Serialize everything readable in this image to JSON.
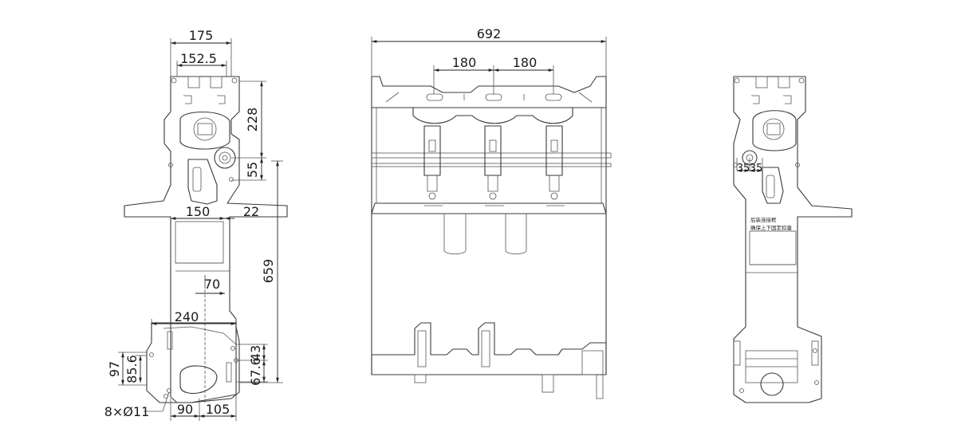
{
  "left_view": {
    "dims": {
      "width_175": "175",
      "width_152_5": "152.5",
      "height_228": "228",
      "height_55": "55",
      "width_150": "150",
      "width_22": "22",
      "height_659": "659",
      "width_70": "70",
      "width_240": "240",
      "height_97": "97",
      "height_85_6": "85.6",
      "height_43": "43",
      "height_67_6": "67.6",
      "holes": "8×Ø11",
      "width_90": "90",
      "width_105": "105"
    }
  },
  "front_view": {
    "dims": {
      "width_692": "692",
      "pitch_left": "180",
      "pitch_right": "180"
    }
  },
  "right_view": {
    "dims": {
      "d35_a": "35",
      "d35_b": "35"
    },
    "note_line1": "后装连接框",
    "note_line2": "确保上下固定扣量"
  }
}
